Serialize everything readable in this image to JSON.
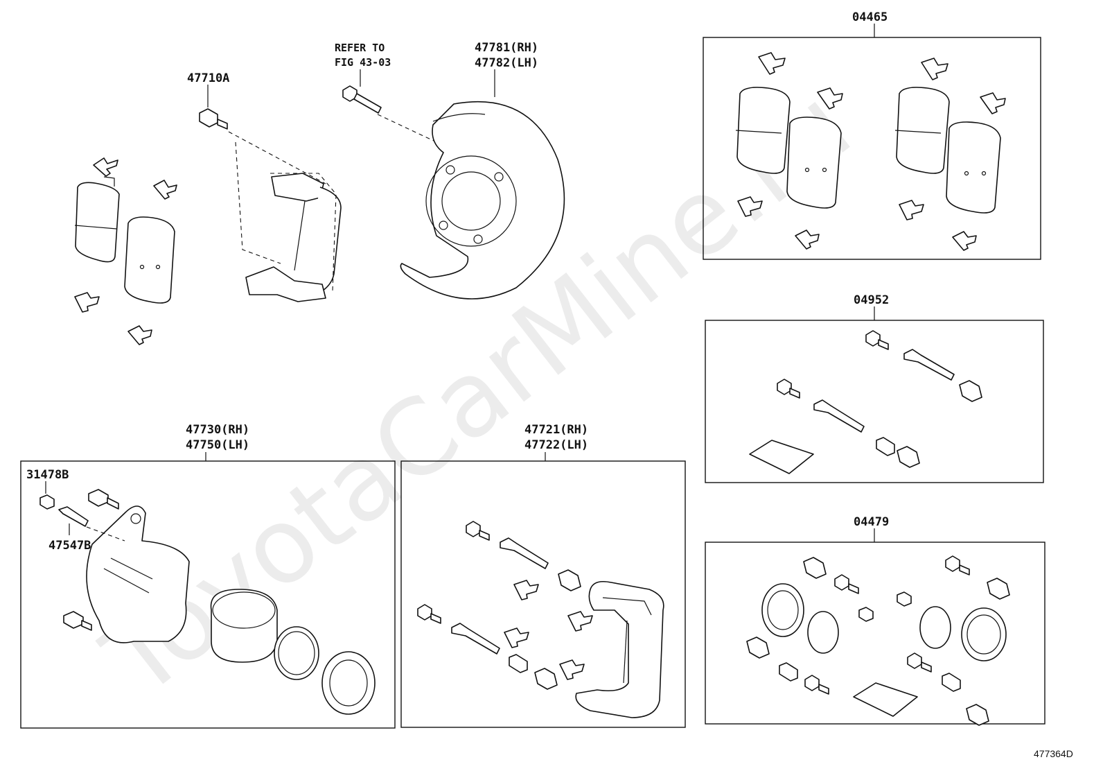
{
  "watermark": "ToyotaCarMine.ru",
  "diagram_code": "477364D",
  "callouts": {
    "bolt_47710a": "47710A",
    "refer_line1": "REFER TO",
    "refer_line2": "FIG 43-03",
    "dust_cover_rh": "47781(RH)",
    "dust_cover_lh": "47782(LH)",
    "pad_kit": "04465",
    "support_kit": "04952",
    "caliper_rh": "47730(RH)",
    "caliper_lh": "47750(LH)",
    "bleeder_cap": "31478B",
    "bleeder_plug": "47547B",
    "mounting_rh": "47721(RH)",
    "mounting_lh": "47722(LH)",
    "cylinder_kit": "04479"
  }
}
